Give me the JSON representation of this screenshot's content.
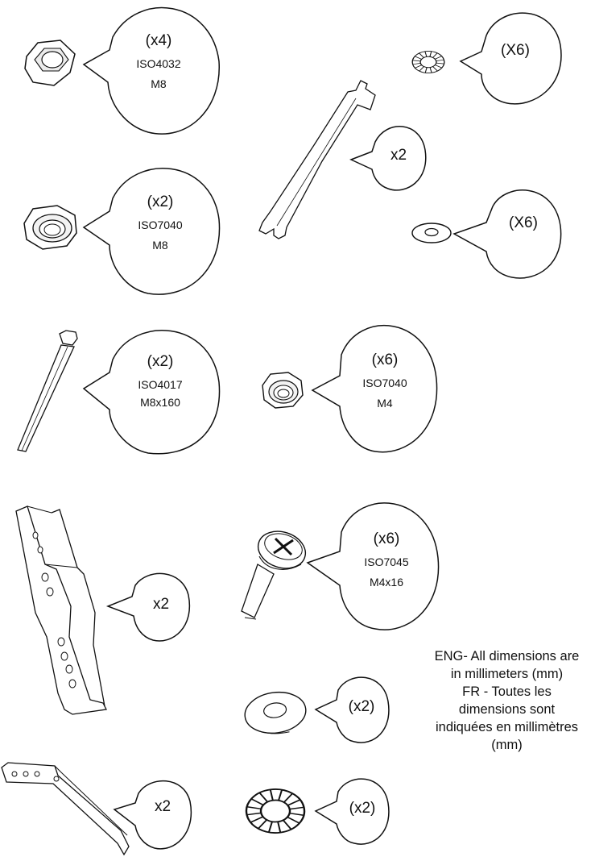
{
  "parts": [
    {
      "id": "hex-nut-m8",
      "icon": "hex-nut-icon",
      "qty": "(x4)",
      "standard": "ISO4032",
      "size": "M8"
    },
    {
      "id": "nylon-nut-m8",
      "icon": "nylon-lock-nut-icon",
      "qty": "(x2)",
      "standard": "ISO7040",
      "size": "M8"
    },
    {
      "id": "bolt-m8x160",
      "icon": "hex-bolt-icon",
      "qty": "(x2)",
      "standard": "ISO4017",
      "size": "M8x160"
    },
    {
      "id": "bracket-rail",
      "icon": "perforated-rail-icon",
      "qty": "x2"
    },
    {
      "id": "angle-bracket",
      "icon": "angle-bracket-icon",
      "qty": "x2"
    },
    {
      "id": "flat-spring",
      "icon": "spring-strip-icon",
      "qty": "x2"
    },
    {
      "id": "toothed-washer-top",
      "icon": "toothed-lock-washer-icon",
      "qty": "(X6)"
    },
    {
      "id": "flat-washer-top",
      "icon": "flat-washer-icon",
      "qty": "(X6)"
    },
    {
      "id": "nylon-nut-m4",
      "icon": "nylon-lock-nut-icon",
      "qty": "(x6)",
      "standard": "ISO7040",
      "size": "M4"
    },
    {
      "id": "pan-screw-m4x16",
      "icon": "phillips-pan-screw-icon",
      "qty": "(x6)",
      "standard": "ISO7045",
      "size": "M4x16"
    },
    {
      "id": "flat-washer-bottom",
      "icon": "flat-washer-icon",
      "qty": "(x2)"
    },
    {
      "id": "toothed-washer-bottom",
      "icon": "toothed-lock-washer-icon",
      "qty": "(x2)"
    }
  ],
  "note": [
    "ENG- All dimensions are",
    "in millimeters (mm)",
    "FR - Toutes les",
    "dimensions sont",
    "indiquées en millimètres",
    "(mm)"
  ],
  "colors": {
    "line": "#111111",
    "fill": "#ffffff",
    "shade": "#d9d9d9"
  }
}
